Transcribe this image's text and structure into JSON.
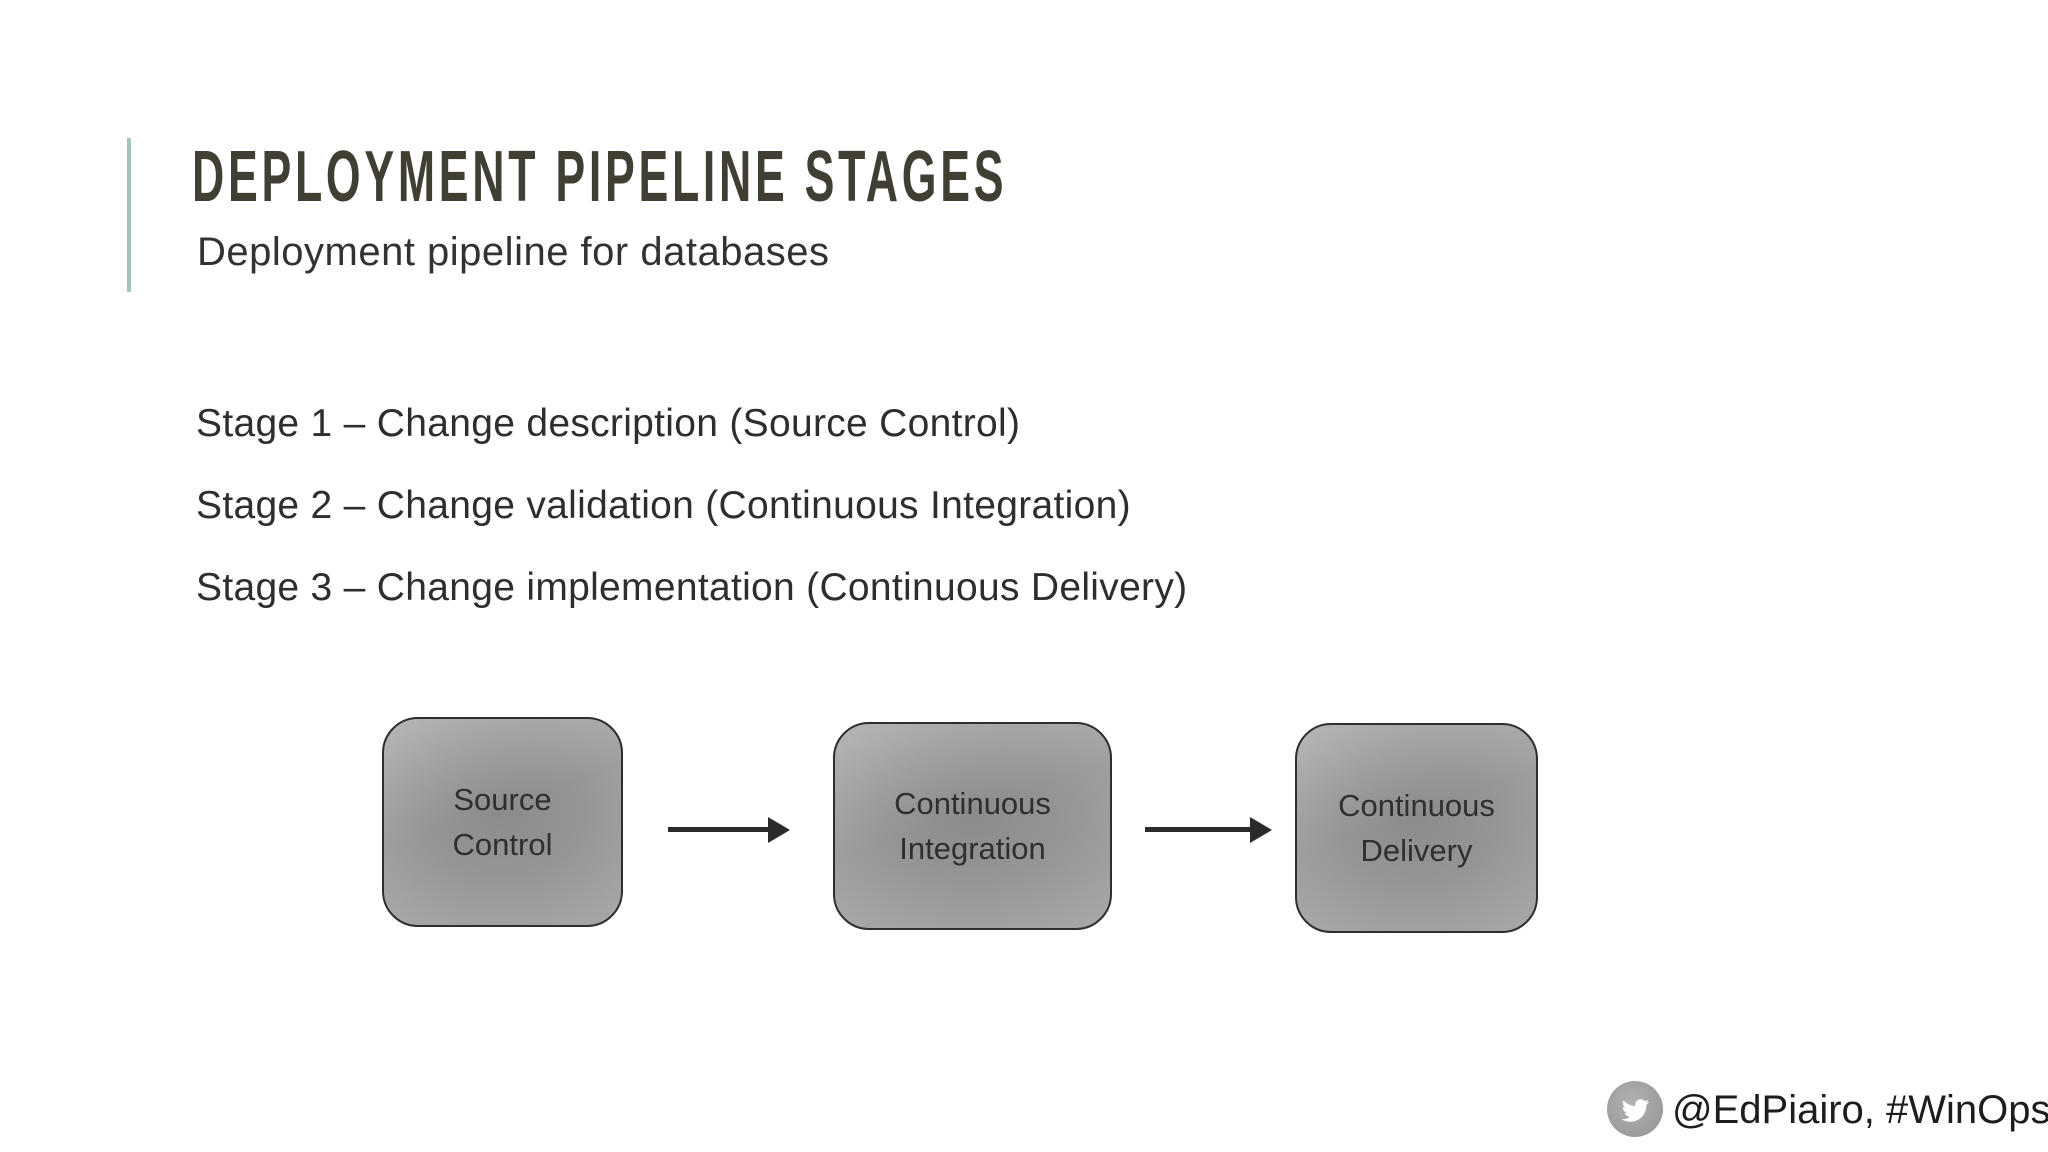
{
  "slide": {
    "title": "DEPLOYMENT PIPELINE STAGES",
    "subtitle": "Deployment pipeline for databases",
    "stages": [
      "Stage 1 – Change description (Source Control)",
      "Stage 2 – Change validation (Continuous Integration)",
      "Stage 3 – Change implementation (Continuous Delivery)"
    ],
    "pipeline": {
      "boxes": [
        {
          "line1": "Source",
          "line2": "Control"
        },
        {
          "line1": "Continuous",
          "line2": "Integration"
        },
        {
          "line1": "Continuous",
          "line2": "Delivery"
        }
      ],
      "arrow_count": 2
    },
    "footer": {
      "icon": "twitter-icon",
      "handle": "@EdPiairo, #WinOps"
    },
    "colors": {
      "accent_line": "#a3c6bc",
      "title": "#413e34",
      "body_text": "#2e2e2e",
      "box_border": "#2e2e2e",
      "box_fill_center": "#8d8b8a",
      "box_fill_edge": "#aaa8a7",
      "arrow": "#2a2a2a",
      "icon_circle": "#9c9c9c",
      "background": "#ffffff"
    }
  }
}
